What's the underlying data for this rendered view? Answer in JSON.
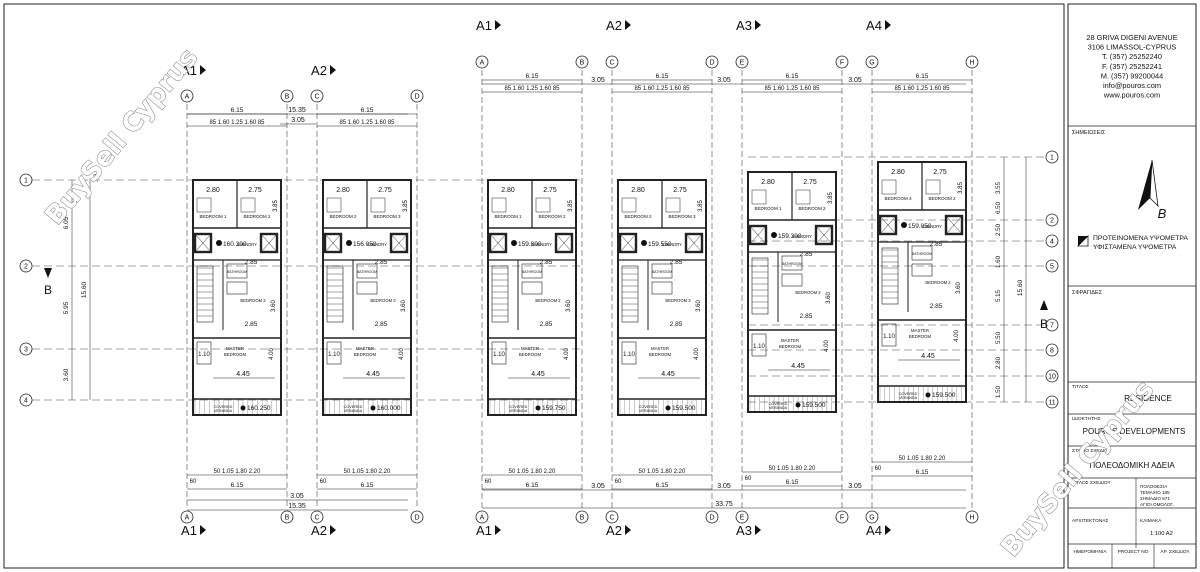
{
  "title_block": {
    "address": [
      "28 GRIVA DIGENI AVENUE",
      "3106 LIMASSOL-CYPRUS",
      "T.    (357) 25252240",
      "F.    (357) 25252241",
      "M.   (357) 99200044",
      "info@pouros.com",
      "www.pouros.com"
    ],
    "notes_header": "ΣΗΜΕΙΩΣΕΙΣ",
    "north_label": "B",
    "legend_proposed": "ΠΡΟΤΕΙΝΟΜΕΝΑ ΥΨΟΜΕΤΡΑ",
    "legend_existing": "ΥΦΙΣΤΑΜΕΝΑ ΥΨΟΜΕΤΡΑ",
    "stamps_header": "ΣΦΡΑΓΙΔΕΣ",
    "title_header": "ΤΙΤΛΟΣ",
    "project_title": "RESIDENCE",
    "owner_header": "ΙΔΙΟΚΤΗΤΗΣ",
    "owner": "POUROS DEVELOPMENTS",
    "stage_header": "ΣΤΑΔΙΟ ΣΧΕΔΙΟΥ",
    "stage": "ΠΟΛΕΟΔΟΜΙΚΗ ΑΔΕΙΑ",
    "drawing_title_header": "ΤΙΤΛΟΣ ΣΧΕΔΙΟΥ",
    "location": [
      "ΠΟΛΟΘΕΣΙΑ",
      "ΤΕΜΑΧΙΟ 185",
      "ΣΗΜΑΔΙΟ 571",
      "ΑΓΙΟΙ ΟΜΟΛΟΓ."
    ],
    "architect_header": "ΑΡΧΙΤΕΚΤΟΝΑΣ",
    "scale_header": "ΚΛΙΜΑΚΑ",
    "scale": "1:100 A2",
    "date_header": "ΗΜΕΡΟΜΗΝΙΑ",
    "project_no_header": "PROJECT NO",
    "drawing_no_header": "ΑΡ. ΣΧΕΔΙΟΥ"
  },
  "watermark": "BuySell Cyprus",
  "section_marker": "B",
  "row_axis_labels": [
    "1",
    "2",
    "3",
    "4"
  ],
  "row_axis_labels_right": [
    "1",
    "2",
    "4",
    "5",
    "7",
    "8",
    "10",
    "11"
  ],
  "units": [
    {
      "tag": "A1",
      "axes": [
        "A",
        "B"
      ],
      "levels": [
        "160.300",
        "160.250"
      ],
      "bedroom_a": "BEDROOM 1",
      "bedroom_b": "BEDROOM 2"
    },
    {
      "tag": "A2",
      "axes": [
        "C",
        "D"
      ],
      "levels": [
        "156.050",
        "160.000"
      ],
      "bedroom_a": "BEDROOM 2",
      "bedroom_b": "BEDROOM 3"
    },
    {
      "tag": "A1",
      "axes": [
        "A",
        "B"
      ],
      "levels": [
        "159.800",
        "159.750"
      ],
      "bedroom_a": "BEDROOM 1",
      "bedroom_b": "BEDROOM 2"
    },
    {
      "tag": "A2",
      "axes": [
        "C",
        "D"
      ],
      "levels": [
        "159.550",
        "159.500"
      ],
      "bedroom_a": "BEDROOM 2",
      "bedroom_b": "BEDROOM 3"
    },
    {
      "tag": "A3",
      "axes": [
        "E",
        "F"
      ],
      "levels": [
        "159.300",
        "159.500"
      ],
      "bedroom_a": "BEDROOM 1",
      "bedroom_b": "BEDROOM 2"
    },
    {
      "tag": "A4",
      "axes": [
        "G",
        "H"
      ],
      "levels": [
        "159.050",
        "159.500"
      ],
      "bedroom_a": "BEDROOM 3",
      "bedroom_b": "BEDROOM 2"
    }
  ],
  "room_labels": {
    "laundry": "LAUNDRY",
    "bath": "BATHROOM",
    "master": "MASTER BEDROOM",
    "veranda": "COVERED VERANDA"
  },
  "dims": {
    "total_left": "15.35",
    "total_right": "33.75",
    "unit_width": "6.15",
    "gap": "3.05",
    "top_split": "85 1.60 1.25 1.60 85",
    "bottom_split": "50 1.05 1.80 2.20",
    "bottom_sub": "60",
    "room_top_a": "2.80",
    "room_top_b": "2.75",
    "room_h": "3.85",
    "mid_a": "2.85",
    "mid_h": "3.60",
    "master_w": "4.45",
    "master_h": "4.00",
    "small_w": "1.10",
    "left_vertical": [
      "6.05",
      "5.95",
      "3.60"
    ],
    "left_vertical_total": "15.60",
    "right_vertical": [
      "3.55",
      "6.50",
      "2.50",
      "1.60",
      "5.15",
      "5.50",
      "2.80",
      "1.50"
    ],
    "right_vertical_total": "15.60"
  }
}
